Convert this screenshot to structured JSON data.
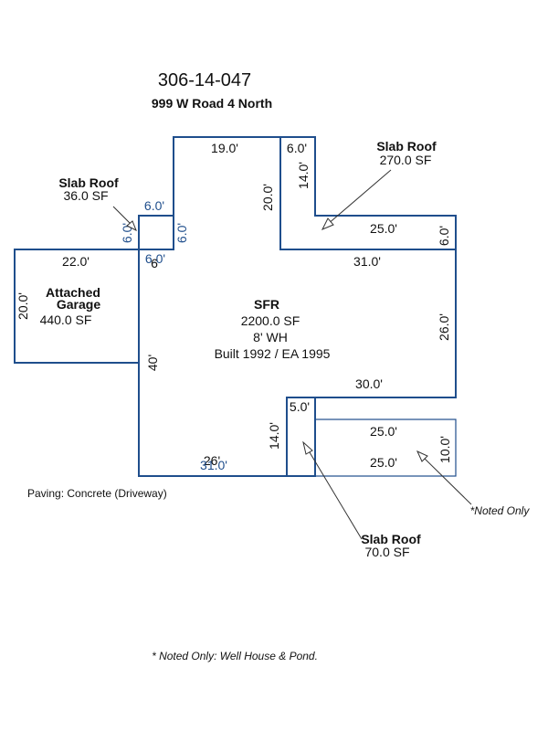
{
  "header": {
    "parcel_id": "306-14-047",
    "address": "999 W Road 4 North"
  },
  "areas": {
    "sfr": {
      "name": "SFR",
      "area": "2200.0 SF",
      "wall_height": "8' WH",
      "built": "Built 1992 / EA 1995"
    },
    "garage": {
      "name_line1": "Attached",
      "name_line2": "Garage",
      "area": "440.0 SF"
    },
    "slab_roof_small": {
      "name": "Slab Roof",
      "area": "36.0 SF"
    },
    "slab_roof_top": {
      "name": "Slab Roof",
      "area": "270.0 SF"
    },
    "slab_roof_bottom": {
      "name": "Slab Roof",
      "area": "70.0 SF"
    }
  },
  "dimensions": {
    "top_19": "19.0'",
    "top_6": "6.0'",
    "v_14_top": "14.0'",
    "v_20": "20.0'",
    "small_top": "6.0'",
    "small_left": "6.0'",
    "small_right": "6.0'",
    "small_bottom": "6.0'",
    "small_bottom_6": "6",
    "garage_top": "22.0'",
    "garage_left": "20.0'",
    "right_top_25": "25.0'",
    "right_top_6": "6.0'",
    "mid_31": "31.0'",
    "right_26": "26.0'",
    "left_40": "40'",
    "mid_30": "30.0'",
    "notch_5": "5.0'",
    "notch_14": "14.0'",
    "bottom_26": "26'",
    "bottom_31": "31.0'",
    "pond_top_25": "25.0'",
    "pond_bottom_25": "25.0'",
    "pond_10": "10.0'"
  },
  "notes": {
    "paving": "Paving: Concrete (Driveway)",
    "noted_only": "*Noted Only",
    "footer": "* Noted Only: Well House & Pond."
  },
  "colors": {
    "wall": "#1f4e8c",
    "text": "#111111"
  }
}
